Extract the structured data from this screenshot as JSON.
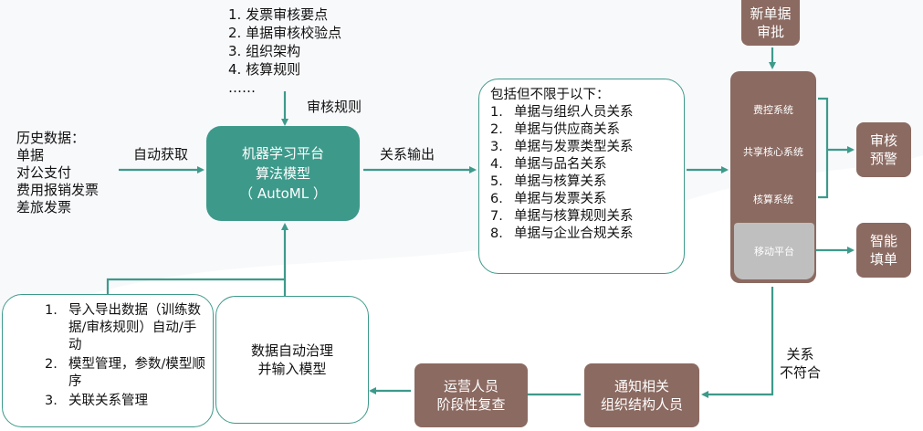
{
  "colors": {
    "teal": "#3d9a8b",
    "brown": "#8b6a61",
    "gray": "#bfbfbf"
  },
  "history": {
    "lines": [
      "历史数据：",
      "单据",
      "对公支付",
      "费用报销发票",
      "差旅发票"
    ]
  },
  "auto_fetch_label": "自动获取",
  "top_rules": {
    "items": [
      "1. 发票审核要点",
      "2. 单据审核校验点",
      "3. 组织架构",
      "4. 核算规则",
      "……"
    ]
  },
  "audit_rules_label": "审核规则",
  "ml_platform": {
    "lines": [
      "机器学习平台",
      "算法模型",
      "（ AutoML ）"
    ]
  },
  "relation_output_label": "关系输出",
  "relations": {
    "header": "包括但不限于以下：",
    "items": [
      {
        "num": "1.",
        "text": "单据与组织人员关系"
      },
      {
        "num": "2.",
        "text": "单据与供应商关系"
      },
      {
        "num": "3.",
        "text": "单据与发票类型关系"
      },
      {
        "num": "4.",
        "text": "单据与品名关系"
      },
      {
        "num": "5.",
        "text": "单据与核算关系"
      },
      {
        "num": "6.",
        "text": "单据与发票关系"
      },
      {
        "num": "7.",
        "text": "单据与核算规则关系"
      },
      {
        "num": "8.",
        "text": "单据与企业合规关系"
      }
    ]
  },
  "new_approval": {
    "lines": [
      "新单据",
      "审批"
    ]
  },
  "systems": {
    "fee_control": "费控系统",
    "shared_core": "共享核心系统",
    "accounting": "核算系统",
    "mobile": "移动平台"
  },
  "audit_warning": {
    "lines": [
      "审核",
      "预警"
    ]
  },
  "smart_fill": {
    "lines": [
      "智能",
      "填单"
    ]
  },
  "mismatch_label": {
    "lines": [
      "关系",
      "不符合"
    ]
  },
  "notify": {
    "lines": [
      "通知相关",
      "组织结构人员"
    ]
  },
  "ops_review": {
    "lines": [
      "运营人员",
      "阶段性复查"
    ]
  },
  "data_governance": {
    "lines": [
      "数据自动治理",
      "并输入模型"
    ]
  },
  "management": {
    "items": [
      {
        "num": "1.",
        "text": "导入导出数据（训练数据/审核规则）自动/手动"
      },
      {
        "num": "2.",
        "text": "模型管理，参数/模型顺序"
      },
      {
        "num": "3.",
        "text": "关联关系管理"
      }
    ]
  }
}
